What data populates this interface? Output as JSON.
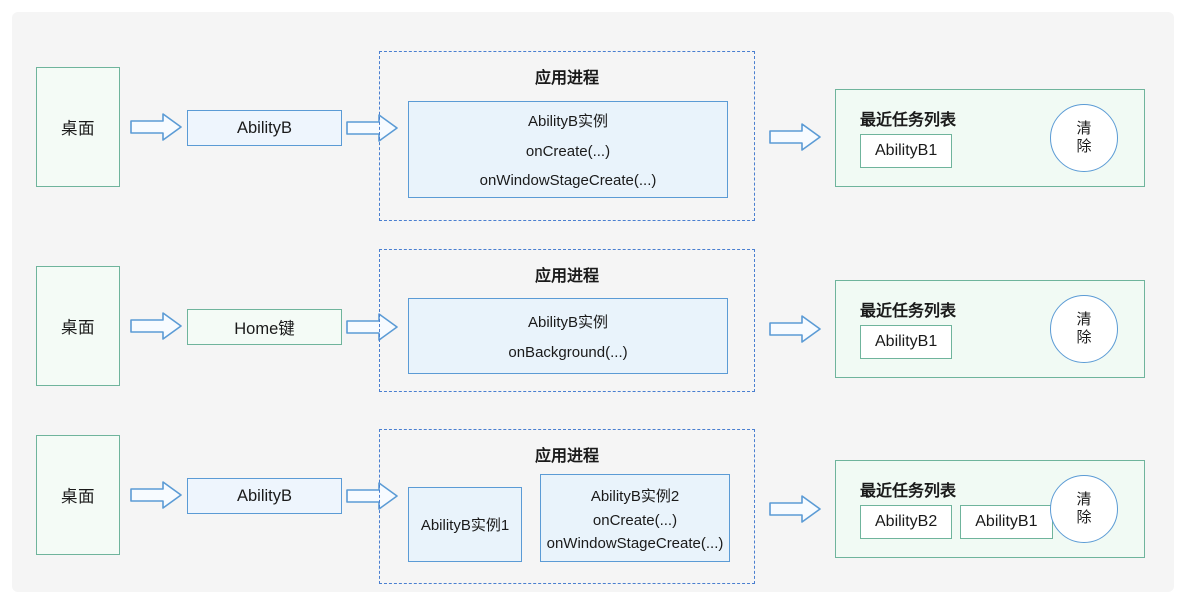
{
  "diagram": {
    "title_text": "",
    "colors": {
      "background": "#f5f5f5",
      "green_border": "#6fb49c",
      "green_fill": "#f4fbf6",
      "blue_border": "#5b9bd5",
      "blue_fill": "#eef5fd",
      "instance_fill": "#e9f3fb",
      "dashed_border": "#4a7fd0",
      "tasks_fill": "#f1faf4",
      "arrow_stroke": "#5b9bd5",
      "arrow_fill": "#f7fbff"
    },
    "labels": {
      "process_title": "应用进程",
      "tasks_title": "最近任务列表",
      "clear_line1": "清",
      "clear_line2": "除"
    },
    "rows": [
      {
        "desktop": "桌面",
        "action": "AbilityB",
        "action_style": "blue",
        "instances": [
          {
            "lines": [
              "AbilityB实例",
              "onCreate(...)",
              "onWindowStageCreate(...)"
            ]
          }
        ],
        "tasks": [
          "AbilityB1"
        ]
      },
      {
        "desktop": "桌面",
        "action": "Home键",
        "action_style": "green",
        "instances": [
          {
            "lines": [
              "AbilityB实例",
              "onBackground(...)"
            ]
          }
        ],
        "tasks": [
          "AbilityB1"
        ]
      },
      {
        "desktop": "桌面",
        "action": "AbilityB",
        "action_style": "blue",
        "instances": [
          {
            "lines": [
              "AbilityB实例1"
            ]
          },
          {
            "lines": [
              "AbilityB实例2",
              "onCreate(...)",
              "onWindowStageCreate(...)"
            ]
          }
        ],
        "tasks": [
          "AbilityB2",
          "AbilityB1"
        ]
      }
    ]
  }
}
